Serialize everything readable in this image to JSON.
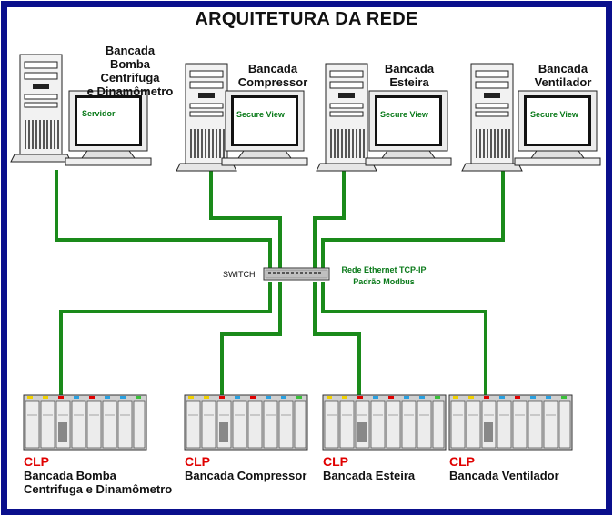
{
  "title": "ARQUITETURA DA REDE",
  "workstations": [
    {
      "label": "Bancada\nBomba Centrifuga\ne Dinamômetro",
      "screen": "Servidor"
    },
    {
      "label": "Bancada\nCompressor",
      "screen": "Secure View"
    },
    {
      "label": "Bancada\nEsteira",
      "screen": "Secure View"
    },
    {
      "label": "Bancada\nVentilador",
      "screen": "Secure View"
    }
  ],
  "switch": {
    "label": "SWITCH"
  },
  "network": {
    "line1": "Rede Ethernet TCP-IP",
    "line2": "Padrão Modbus"
  },
  "plcs": [
    {
      "tag": "CLP",
      "name": "Bancada Bomba\nCentrifuga e Dinamômetro"
    },
    {
      "tag": "CLP",
      "name": "Bancada Compressor"
    },
    {
      "tag": "CLP",
      "name": "Bancada Esteira"
    },
    {
      "tag": "CLP",
      "name": "Bancada Ventilador"
    }
  ],
  "colors": {
    "frame": "#0a0f8c",
    "cable": "#1a8a1a",
    "network_text": "#0a7a1a",
    "clp_text": "#e00000"
  }
}
